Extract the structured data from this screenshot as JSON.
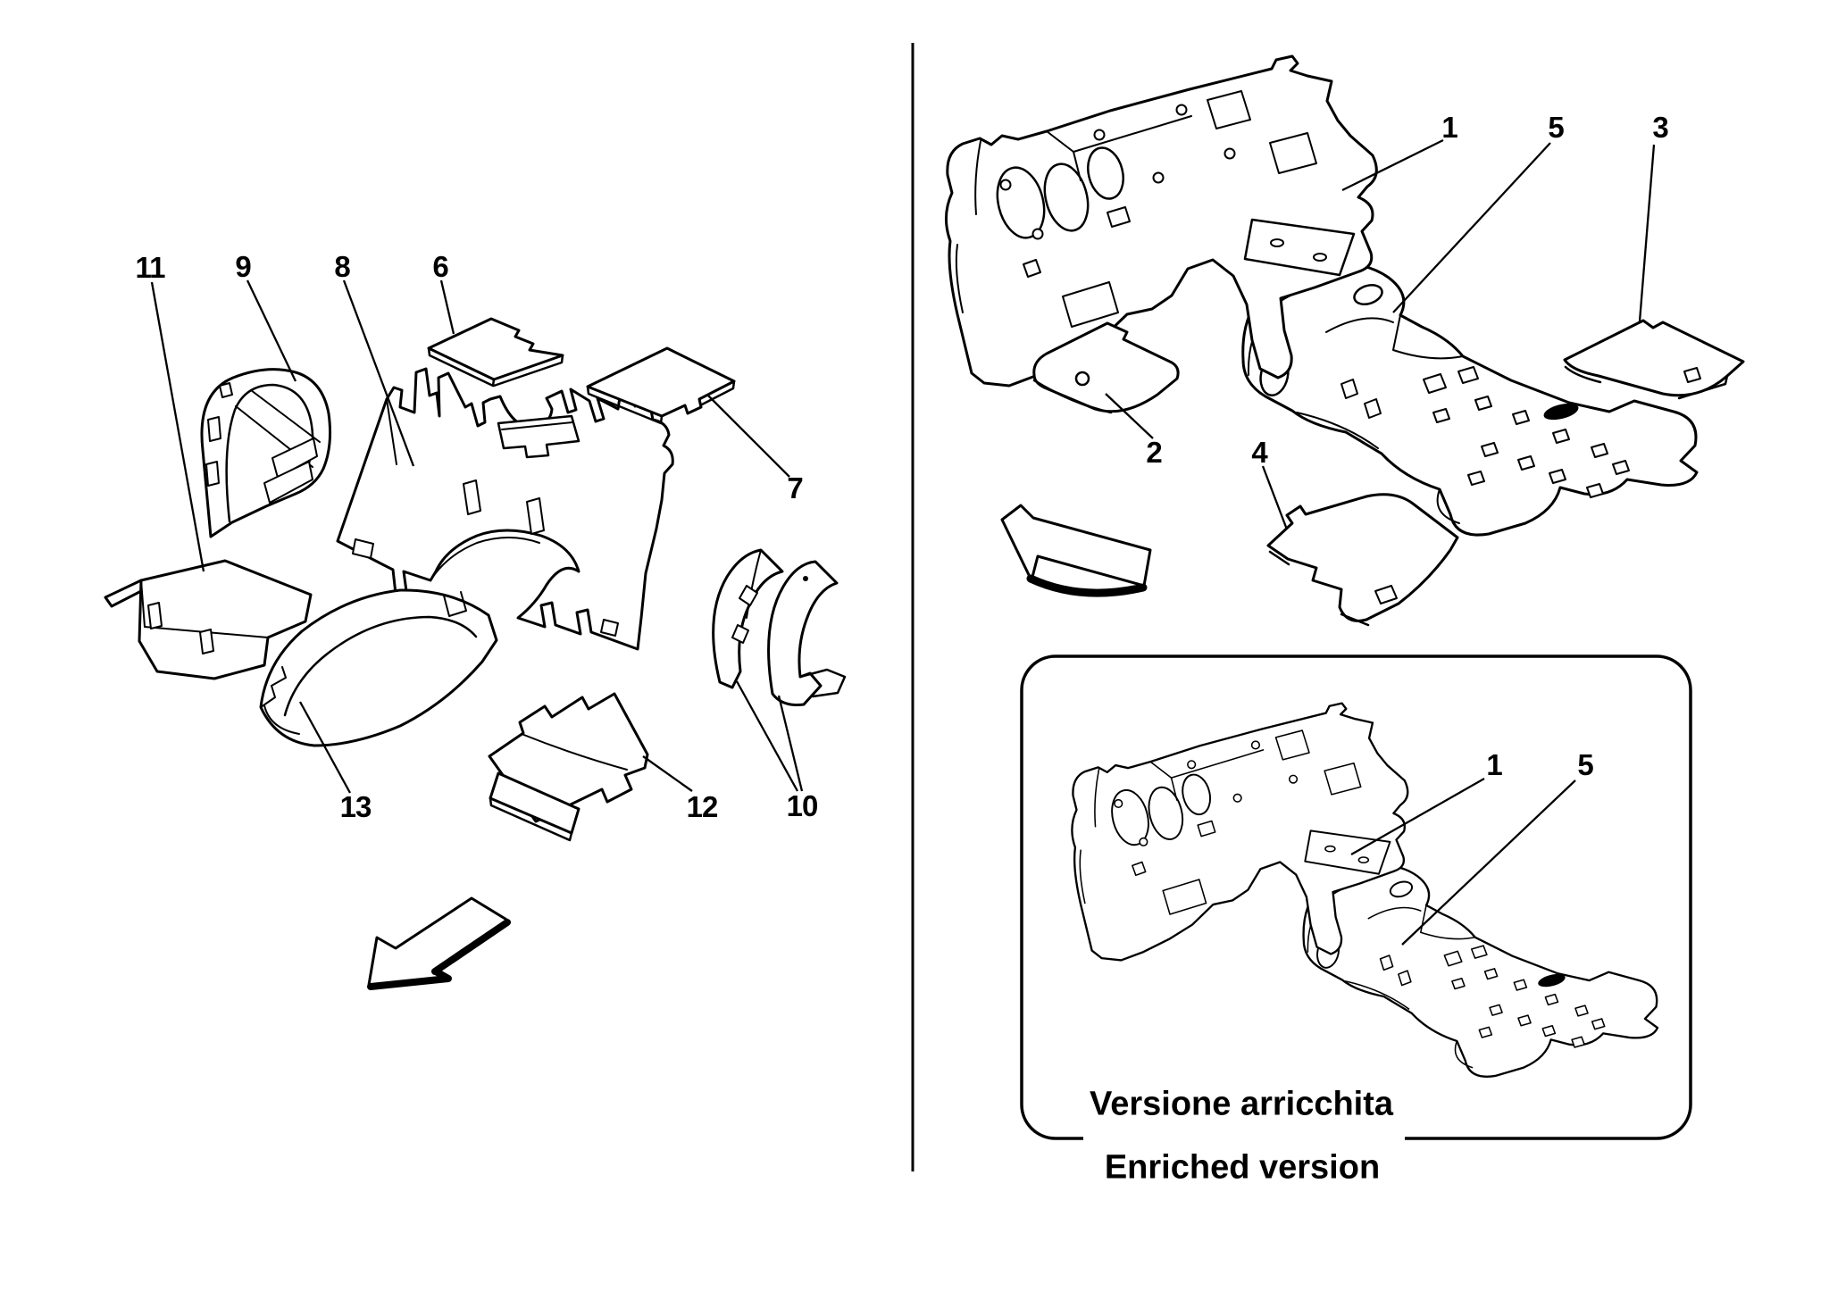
{
  "page": {
    "background": "#ffffff",
    "ink": "#000000"
  },
  "left_view": {
    "callouts": [
      {
        "label": "11"
      },
      {
        "label": "9"
      },
      {
        "label": "8"
      },
      {
        "label": "6"
      },
      {
        "label": "7"
      },
      {
        "label": "13"
      },
      {
        "label": "12"
      },
      {
        "label": "10"
      }
    ]
  },
  "right_view": {
    "callouts": [
      {
        "label": "1"
      },
      {
        "label": "5"
      },
      {
        "label": "3"
      },
      {
        "label": "2"
      },
      {
        "label": "4"
      }
    ]
  },
  "inset": {
    "callouts": [
      {
        "label": "1"
      },
      {
        "label": "5"
      }
    ],
    "caption_italian": "Versione arricchita",
    "caption_english": "Enriched version"
  }
}
